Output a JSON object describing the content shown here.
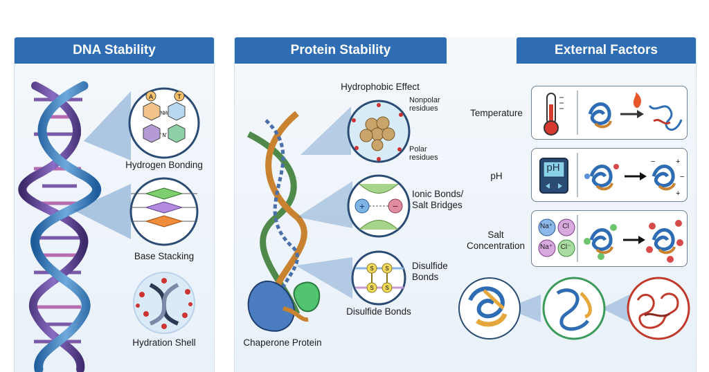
{
  "panels": {
    "dna": {
      "title": "DNA Stability",
      "items": {
        "hydrogen_bonding": "Hydrogen Bonding",
        "base_stacking": "Base Stacking",
        "hydration_shell": "Hydration Shell"
      },
      "base_letters": {
        "a": "A",
        "t": "T"
      },
      "hbond_nh": "NH",
      "hbond_n": "N"
    },
    "protein": {
      "title": "Protein Stability",
      "items": {
        "hydrophobic_effect": "Hydrophobic Effect",
        "nonpolar_residues": "Nonpolar residues",
        "polar_residues": "Polar residues",
        "ionic_bonds": "Ionic Bonds/ Salt Bridges",
        "disulfide_bonds_right": "Disulfide Bonds",
        "disulfide_bonds_bottom": "Disulfide Bonds",
        "chaperone": "Chaperone Protein"
      },
      "sulfur": "S"
    },
    "external": {
      "title": "External Factors",
      "factors": {
        "temperature": "Temperature",
        "ph": "pH",
        "salt": "Salt Concentration"
      },
      "ph_meter": "pH",
      "ions": {
        "na1": "Na⁺",
        "cl1": "Cl",
        "na2": "Na⁺",
        "cl2": "Cl⁻"
      }
    }
  },
  "colors": {
    "header": "#2e6db3",
    "helix_blue": "#3b7fc0",
    "helix_purple": "#6b4a9e",
    "unfolded_red": "#c0392b",
    "intermediate_green": "#3a9a5a"
  }
}
